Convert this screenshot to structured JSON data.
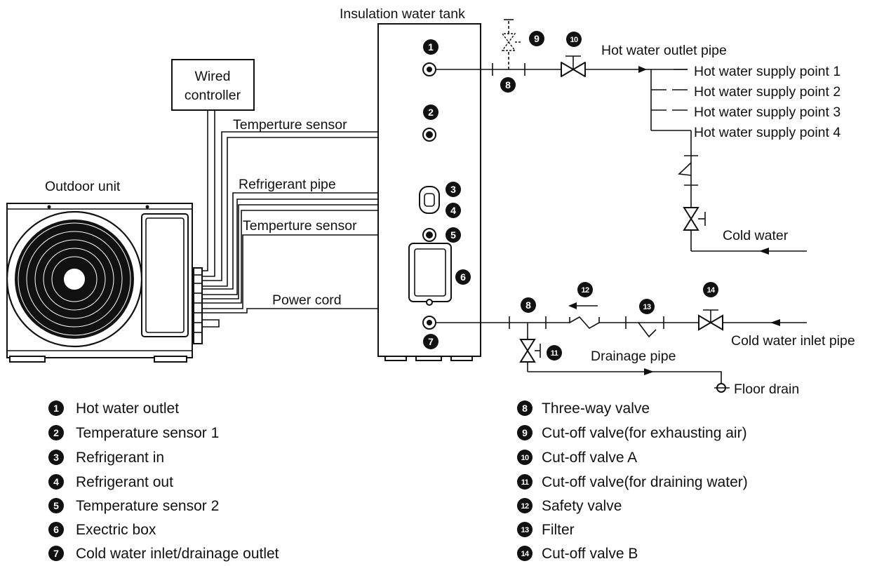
{
  "labels": {
    "tank": "Insulation water tank",
    "wired_controller_1": "Wired",
    "wired_controller_2": "controller",
    "outdoor_unit": "Outdoor unit",
    "temp_sensor_a": "Temperture sensor",
    "refrigerant_pipe": "Refrigerant pipe",
    "temp_sensor_b": "Temperture sensor",
    "power_cord": "Power cord",
    "hot_water_outlet_pipe": "Hot water outlet pipe",
    "supply_points": [
      "Hot water supply point 1",
      "Hot water supply point 2",
      "Hot water supply point 3",
      "Hot water supply point 4"
    ],
    "cold_water": "Cold water",
    "cold_water_inlet_pipe": "Cold water inlet pipe",
    "drainage_pipe": "Drainage pipe",
    "floor_drain": "Floor drain"
  },
  "markers": [
    "1",
    "2",
    "3",
    "4",
    "5",
    "6",
    "7",
    "8",
    "9",
    "10",
    "11",
    "12",
    "13",
    "14"
  ],
  "legend": {
    "left": [
      {
        "num": "1",
        "text": "Hot water outlet"
      },
      {
        "num": "2",
        "text": "Temperature sensor 1"
      },
      {
        "num": "3",
        "text": "Refrigerant in"
      },
      {
        "num": "4",
        "text": "Refrigerant out"
      },
      {
        "num": "5",
        "text": "Temperature sensor 2"
      },
      {
        "num": "6",
        "text": "Exectric box"
      },
      {
        "num": "7",
        "text": "Cold water inlet/drainage outlet"
      }
    ],
    "right": [
      {
        "num": "8",
        "text": "Three-way valve"
      },
      {
        "num": "9",
        "text": "Cut-off valve(for exhausting air)"
      },
      {
        "num": "10",
        "text": "Cut-off valve A"
      },
      {
        "num": "11",
        "text": "Cut-off valve(for draining water)"
      },
      {
        "num": "12",
        "text": "Safety valve"
      },
      {
        "num": "13",
        "text": "Filter"
      },
      {
        "num": "14",
        "text": "Cut-off valve B"
      }
    ]
  },
  "colors": {
    "line": "#111111",
    "background": "#ffffff"
  }
}
